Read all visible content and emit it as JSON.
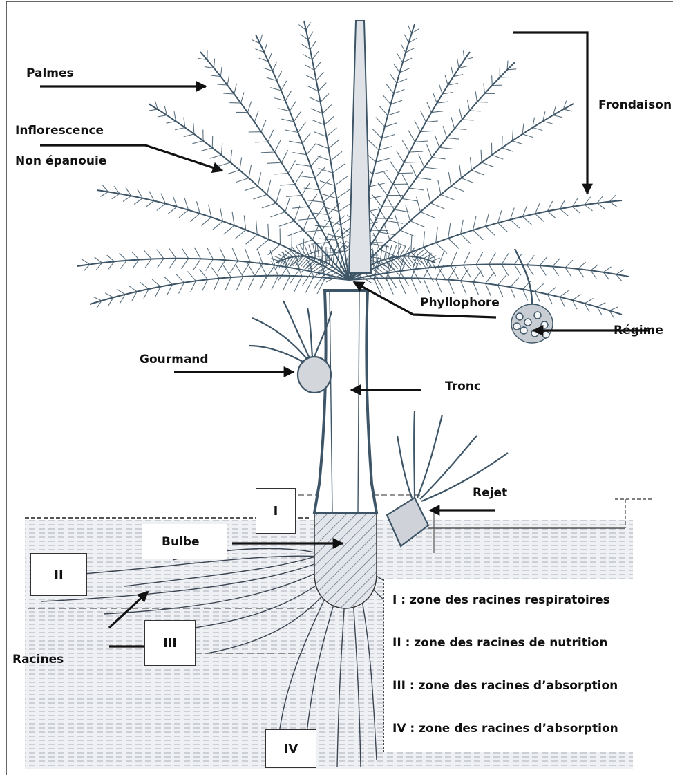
{
  "labels": {
    "palmes": "Palmes",
    "inflorescence_1": "Inflorescence",
    "inflorescence_2": "Non épanouie",
    "frondaison": "Frondaison",
    "phyllophore": "Phyllophore",
    "regime": "Régime",
    "gourmand": "Gourmand",
    "tronc": "Tronc",
    "rejet": "Rejet",
    "bulbe": "Bulbe",
    "racines": "Racines"
  },
  "zones": {
    "i": "I",
    "ii": "II",
    "iii": "III",
    "iv": "IV"
  },
  "legend": [
    "I   : zone des racines respiratoires",
    "II : zone des racines de nutrition",
    "III : zone des racines d’absorption",
    "IV : zone des racines d’absorption"
  ],
  "colors": {
    "foliage": "#3d5566",
    "ink": "#111111",
    "soil": "#c9ccd3"
  }
}
